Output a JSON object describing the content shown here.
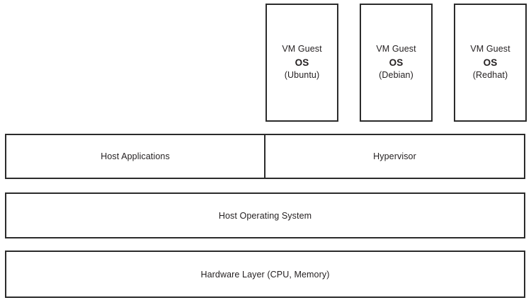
{
  "diagram": {
    "type": "layered-architecture-stack",
    "background_color": "#ffffff",
    "border_color": "#2b2b2b",
    "text_color": "#231f20",
    "vm_layer": {
      "boxes": [
        {
          "line1": "VM Guest",
          "line2": "OS",
          "line3": "(Ubuntu)",
          "distro": "Ubuntu"
        },
        {
          "line1": "VM Guest",
          "line2": "OS",
          "line3": "(Debian)",
          "distro": "Debian"
        },
        {
          "line1": "VM Guest",
          "line2": "OS",
          "line3": "(Redhat)",
          "distro": "Redhat"
        }
      ]
    },
    "middle_layer": {
      "left_label": "Host Applications",
      "right_label": "Hypervisor"
    },
    "host_os_layer": {
      "label": "Host Operating System"
    },
    "hardware_layer": {
      "label": "Hardware Layer (CPU, Memory)"
    }
  }
}
